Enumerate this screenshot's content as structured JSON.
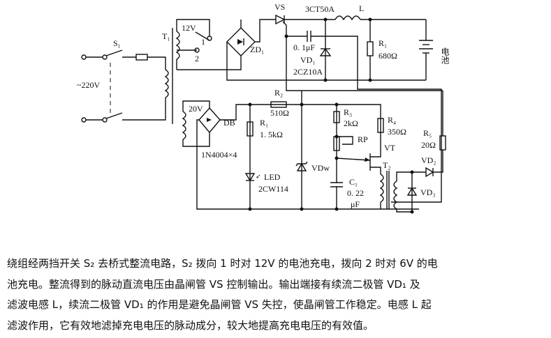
{
  "labels": {
    "s1": "S₁",
    "ac": "~220V",
    "t1": "T₁",
    "v12": "12V",
    "pos1": "1",
    "pos2": "2",
    "zd1": "ZD₁",
    "vs": "VS",
    "vs_part": "3CT50A",
    "l": "L",
    "cap": "0. 1μF",
    "vd1": "VD₁",
    "vd1_part": "2CZ10A",
    "r1_top": "R₁",
    "r1_top_val": "680Ω",
    "battery": "电池",
    "v20": "20V",
    "db": "DB",
    "db_part": "1N4004×4",
    "r2": "R₂",
    "r2_val": "510Ω",
    "r1": "R₁",
    "r1_val": "1. 5kΩ",
    "led": "LED",
    "led_part": "2CW114",
    "vdw": "VDw",
    "r3": "R₃",
    "r3_val": "2kΩ",
    "rp": "RP",
    "c1": "C₁",
    "c1_val": "0. 22",
    "c1_unit": "μF",
    "r4": "R₄",
    "r4_val": "350Ω",
    "vt": "VT",
    "t2": "T₂",
    "r5": "R₅",
    "r5_val": "20Ω",
    "vd2": "VD₂",
    "vd3": "VD₃"
  },
  "description_lines": [
    "绕组经两挡开关 S₂ 去桥式整流电路，S₂ 拨向 1 时对 12V 的电池充电，拨向 2 时对 6V 的电",
    "池充电。整流得到的脉动直流电压由晶闸管 VS 控制输出。输出端接有续流二极管 VD₁ 及",
    "滤波电感 L，续流二极管 VD₁ 的作用是避免晶闸管 VS 失控，使晶闸管工作稳定。电感 L 起",
    "滤波作用，它有效地滤掉充电电压的脉动成分，较大地提高充电电压的有效值。"
  ]
}
